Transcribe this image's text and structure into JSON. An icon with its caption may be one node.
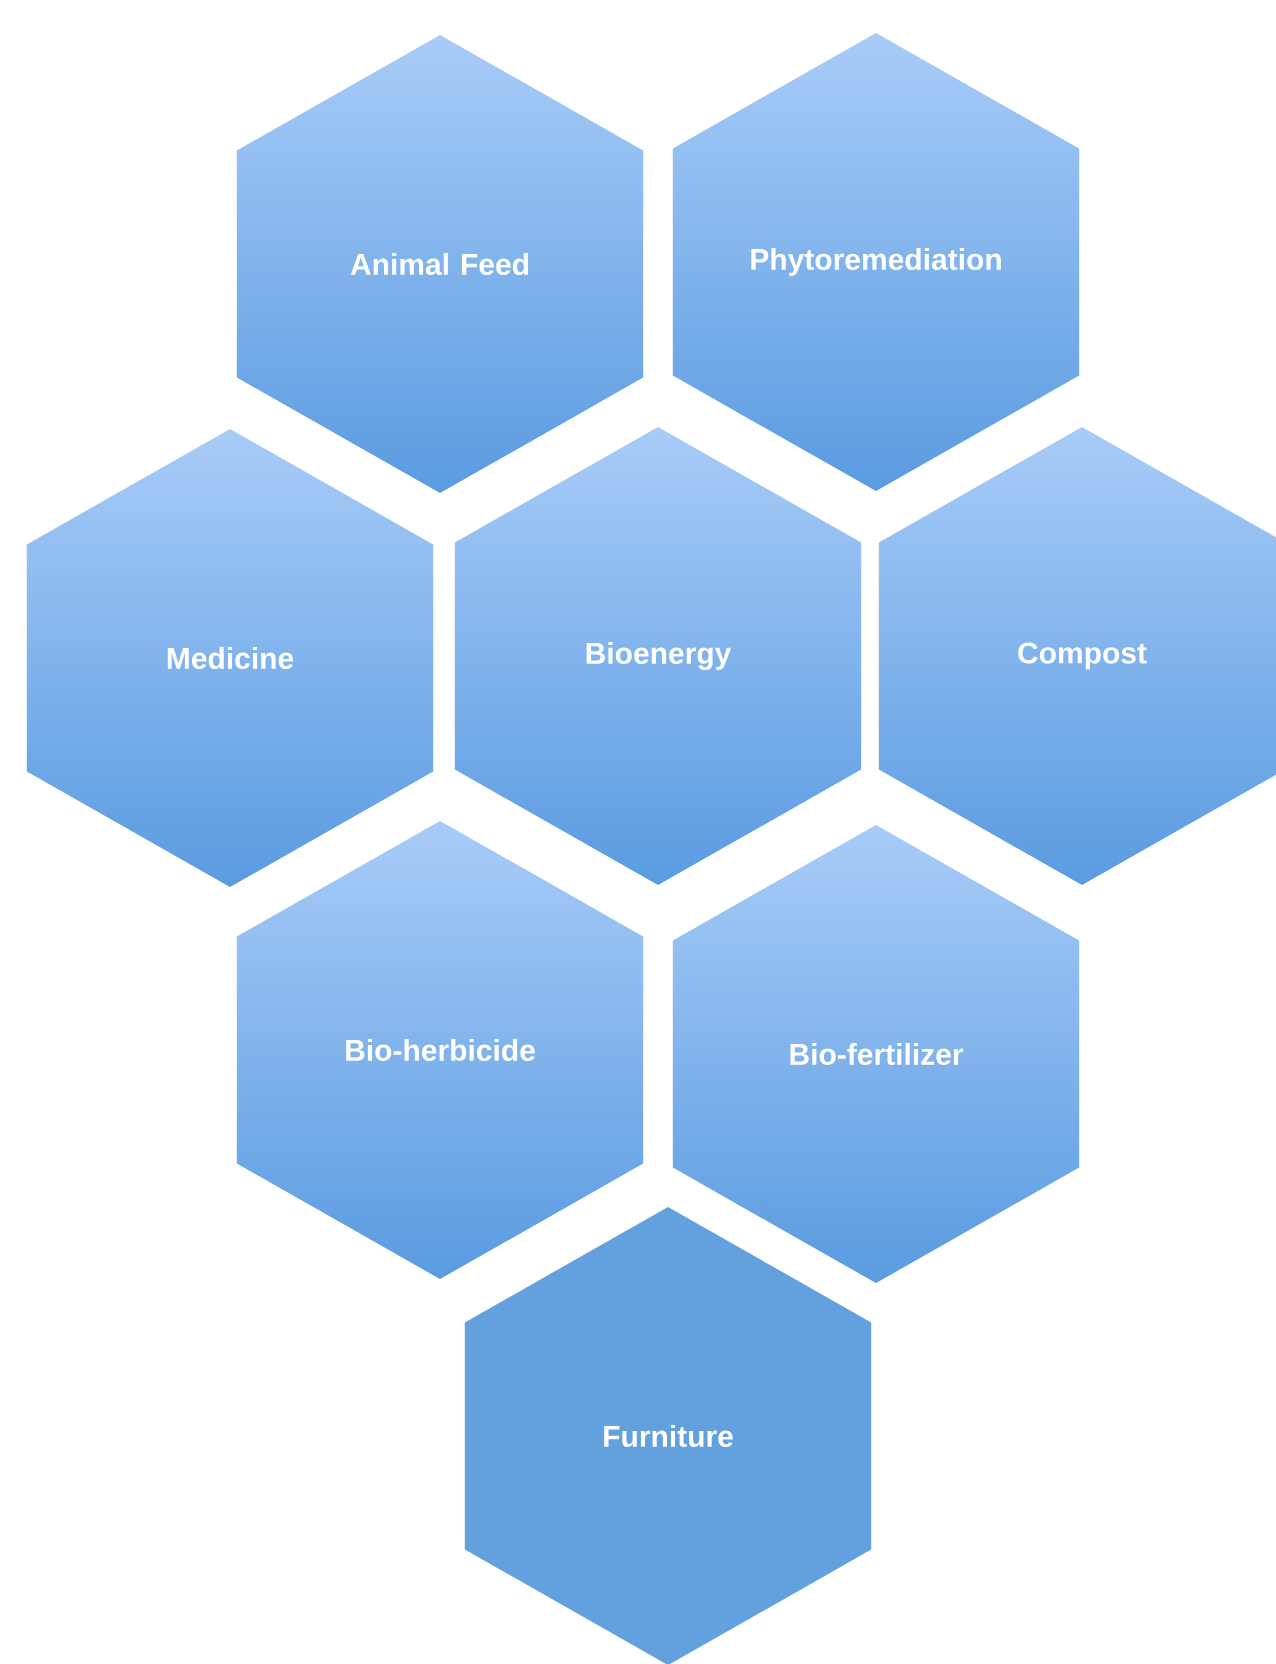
{
  "diagram": {
    "nodes": [
      {
        "text": [
          "Animal Feed"
        ]
      },
      {
        "text": [
          "Phytoremediation"
        ]
      },
      {
        "text": [
          "Medicine"
        ]
      },
      {
        "text": [
          "Bioenergy"
        ]
      },
      {
        "text": [
          "Compost"
        ]
      },
      {
        "text": [
          "Bio-herbicide"
        ]
      },
      {
        "text": [
          "Bio-fertilizer"
        ]
      },
      {
        "text": [
          "Furniture"
        ]
      }
    ]
  }
}
